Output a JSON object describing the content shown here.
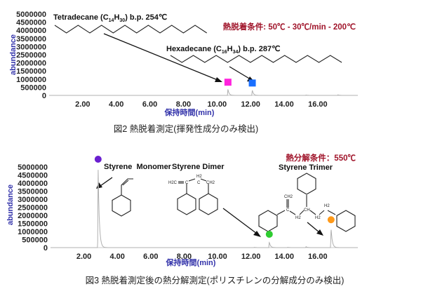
{
  "chart_data": [
    {
      "type": "line",
      "title": "",
      "caption": "図2  熱脱着測定(揮発性成分のみ検出)",
      "xlabel": "保持時間(min)",
      "ylabel": "abundance",
      "xlim": [
        0,
        18.4
      ],
      "ylim": [
        0,
        5000000
      ],
      "x_ticks": [
        "2.00",
        "4.00",
        "6.00",
        "8.00",
        "10.00",
        "12.00",
        "14.00",
        "16.00"
      ],
      "y_ticks": [
        "0",
        "500000",
        "1000000",
        "1500000",
        "2000000",
        "2500000",
        "3000000",
        "3500000",
        "4000000",
        "4500000",
        "5000000"
      ],
      "condition": "熱脱着条件: 50℃ - 30℃/min -  200℃",
      "series_color": "#b0b0b0",
      "peaks": [
        {
          "rt": 10.65,
          "height": 380000,
          "label": "Tetradecane (C14H30)  b.p. 254℃",
          "marker": "square",
          "marker_color": "#ff22dd"
        },
        {
          "rt": 12.1,
          "height": 330000,
          "label": "Hexadecane (C16H34)  b.p. 287℃",
          "marker": "square",
          "marker_color": "#1a6fff"
        },
        {
          "rt": 15.3,
          "height": 25000
        },
        {
          "rt": 17.2,
          "height": 40000
        }
      ],
      "annotations": {
        "tetradecane": {
          "name": "Tetradecane (C",
          "sub1": "14",
          "h": "H",
          "sub2": "30",
          "bp": ")  b.p. 254℃"
        },
        "hexadecane": {
          "name": "Hexadecane (C",
          "sub1": "16",
          "h": "H",
          "sub2": "34",
          "bp": ")  b.p. 287℃"
        }
      }
    },
    {
      "type": "line",
      "title": "",
      "caption": "図3  熱脱着測定後の熱分解測定(ポリスチレンの分解成分のみ検出)",
      "xlabel": "保持時間(min)",
      "ylabel": "abundance",
      "xlim": [
        0,
        18.4
      ],
      "ylim": [
        0,
        5000000
      ],
      "x_ticks": [
        "2.00",
        "4.00",
        "6.00",
        "8.00",
        "10.00",
        "12.00",
        "14.00",
        "16.00"
      ],
      "y_ticks": [
        "0",
        "500000",
        "1000000",
        "1500000",
        "2000000",
        "2500000",
        "3000000",
        "3500000",
        "4000000",
        "4500000",
        "5000000"
      ],
      "condition": "熱分解条件：550℃",
      "series_color": "#b0b0b0",
      "peaks": [
        {
          "rt": 2.85,
          "height": 5000000,
          "label": "Styrene  Monomer",
          "marker": "circle",
          "marker_color": "#6a1fd0"
        },
        {
          "rt": 12.2,
          "height": 20000
        },
        {
          "rt": 13.1,
          "height": 350000,
          "label": "Styrene Dimer",
          "marker": "circle",
          "marker_color": "#2ecc30"
        },
        {
          "rt": 14.2,
          "height": 20000
        },
        {
          "rt": 15.3,
          "height": 60000
        },
        {
          "rt": 16.8,
          "height": 1250000,
          "label": "Styrene Trimer",
          "marker": "circle",
          "marker_color": "#ff9a1a"
        }
      ],
      "structure_text": {
        "h2c": "H2C",
        "c": "C",
        "h2": "H2",
        "ch2": "CH2",
        "ch": "CH"
      }
    }
  ]
}
